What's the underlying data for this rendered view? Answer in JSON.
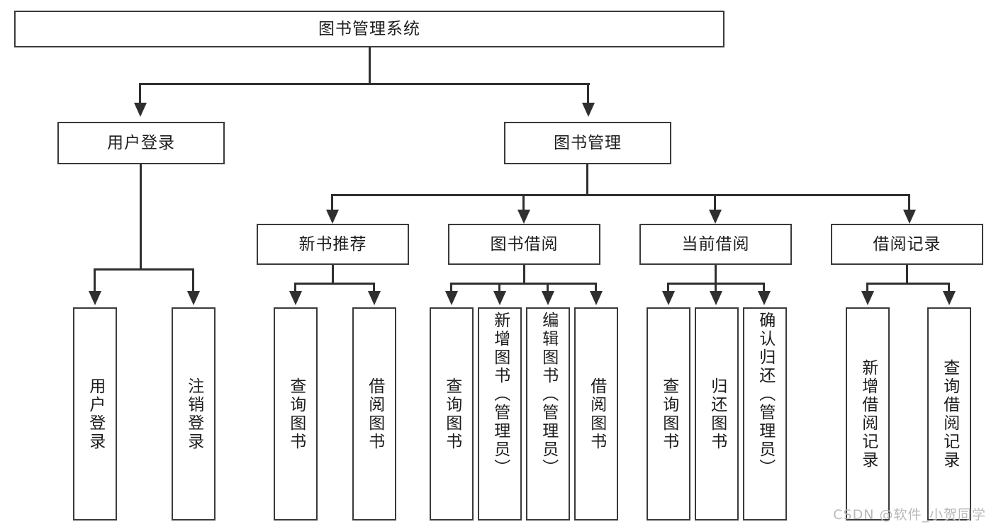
{
  "diagram": {
    "title": "图书管理系统",
    "root": {
      "label": "图书管理系统"
    },
    "level2": [
      {
        "label": "用户登录"
      },
      {
        "label": "图书管理"
      }
    ],
    "level3": [
      {
        "label": "新书推荐"
      },
      {
        "label": "图书借阅"
      },
      {
        "label": "当前借阅"
      },
      {
        "label": "借阅记录"
      }
    ],
    "leaves": {
      "user_login": [
        {
          "label": "用户登录"
        },
        {
          "label": "注销登录"
        }
      ],
      "new_book_recommend": [
        {
          "label": "查询图书"
        },
        {
          "label": "借阅图书"
        }
      ],
      "book_borrow": [
        {
          "label": "查询图书"
        },
        {
          "label": "新增图书（管理员）"
        },
        {
          "label": "编辑图书（管理员）"
        },
        {
          "label": "借阅图书"
        }
      ],
      "current_borrow": [
        {
          "label": "查询图书"
        },
        {
          "label": "归还图书"
        },
        {
          "label": "确认归还（管理员）"
        }
      ],
      "borrow_record": [
        {
          "label": "新增借阅记录"
        },
        {
          "label": "查询借阅记录"
        }
      ]
    }
  },
  "watermark": {
    "text": "CSDN @软件_小贺同学"
  },
  "colors": {
    "box_border": "#3a3a3a",
    "line": "#2f2f2f",
    "text": "#1d1d1d",
    "background": "#ffffff",
    "watermark": "#b9b9b9"
  }
}
